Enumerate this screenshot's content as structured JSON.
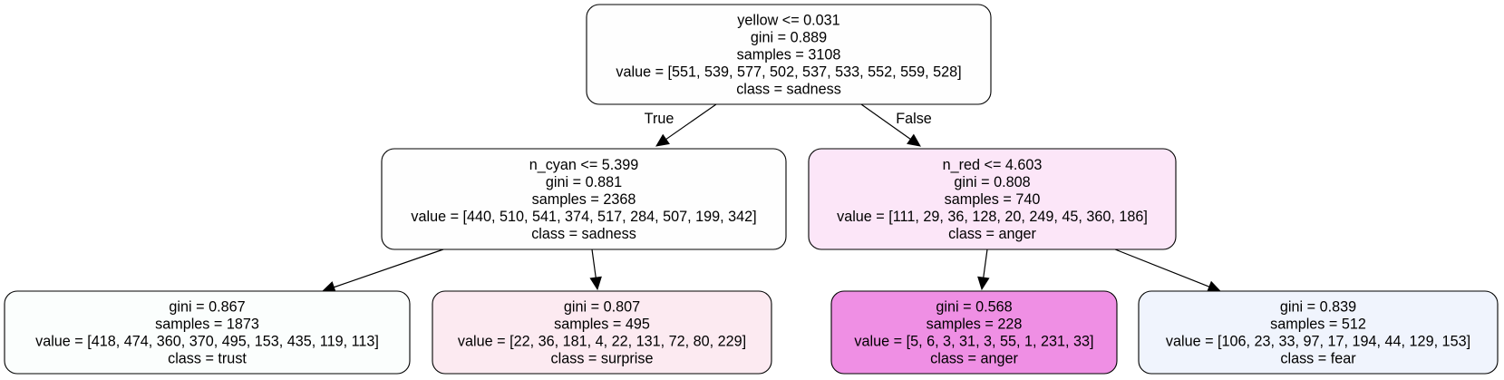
{
  "nodes": {
    "root": {
      "fill": "#fefefe",
      "lines": [
        "yellow <= 0.031",
        "gini = 0.889",
        "samples = 3108",
        "value = [551, 539, 577, 502, 537, 533, 552, 559, 528]",
        "class = sadness"
      ]
    },
    "left": {
      "fill": "#fefefe",
      "lines": [
        "n_cyan <= 5.399",
        "gini = 0.881",
        "samples = 2368",
        "value = [440, 510, 541, 374, 517, 284, 507, 199, 342]",
        "class = sadness"
      ]
    },
    "right": {
      "fill": "#fce6f8",
      "lines": [
        "n_red <= 4.603",
        "gini = 0.808",
        "samples = 740",
        "value = [111, 29, 36, 128, 20, 249, 45, 360, 186]",
        "class = anger"
      ]
    },
    "leaf_trust": {
      "fill": "#fbfefd",
      "lines": [
        "gini = 0.867",
        "samples = 1873",
        "value = [418, 474, 360, 370, 495, 153, 435, 119, 113]",
        "class = trust"
      ]
    },
    "leaf_surprise": {
      "fill": "#fceaf1",
      "lines": [
        "gini = 0.807",
        "samples = 495",
        "value = [22, 36, 181, 4, 22, 131, 72, 80, 229]",
        "class = surprise"
      ]
    },
    "leaf_anger": {
      "fill": "#ef8fe4",
      "lines": [
        "gini = 0.568",
        "samples = 228",
        "value = [5, 6, 3, 31, 3, 55, 1, 231, 33]",
        "class = anger"
      ]
    },
    "leaf_fear": {
      "fill": "#f0f4fd",
      "lines": [
        "gini = 0.839",
        "samples = 512",
        "value = [106, 23, 33, 97, 17, 194, 44, 129, 153]",
        "class = fear"
      ]
    }
  },
  "edges": {
    "root_left": {
      "label": "True"
    },
    "root_right": {
      "label": "False"
    },
    "left_trust": {
      "label": ""
    },
    "left_surprise": {
      "label": ""
    },
    "right_anger": {
      "label": ""
    },
    "right_fear": {
      "label": ""
    }
  }
}
